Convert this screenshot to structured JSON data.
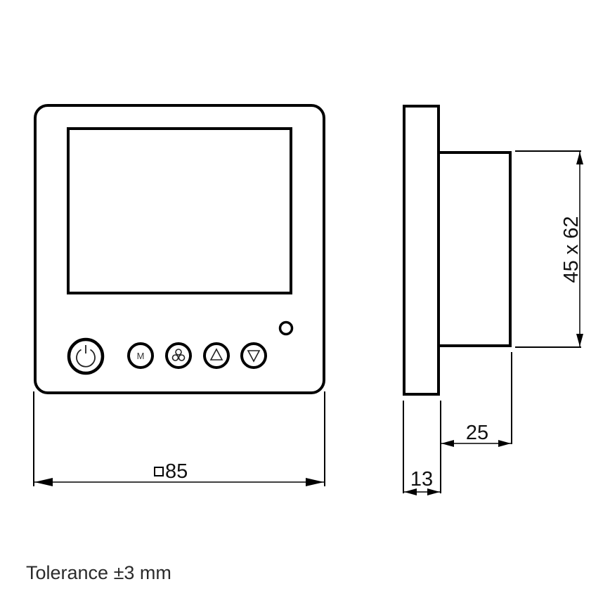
{
  "front_view": {
    "buttons": [
      {
        "name": "power",
        "icon": "power-icon"
      },
      {
        "name": "mode",
        "icon": "mode-icon",
        "label": "M"
      },
      {
        "name": "fan",
        "icon": "fan-icon"
      },
      {
        "name": "up",
        "icon": "triangle-up-icon"
      },
      {
        "name": "down",
        "icon": "triangle-down-icon"
      }
    ],
    "indicator": "led-indicator",
    "width_dimension": "85",
    "width_symbol": "square-symbol"
  },
  "side_view": {
    "plate_depth": "13",
    "body_depth": "25",
    "body_size": "45 x 62"
  },
  "footer": {
    "tolerance": "Tolerance ±3 mm"
  },
  "colors": {
    "stroke": "#000000",
    "background": "#ffffff"
  }
}
